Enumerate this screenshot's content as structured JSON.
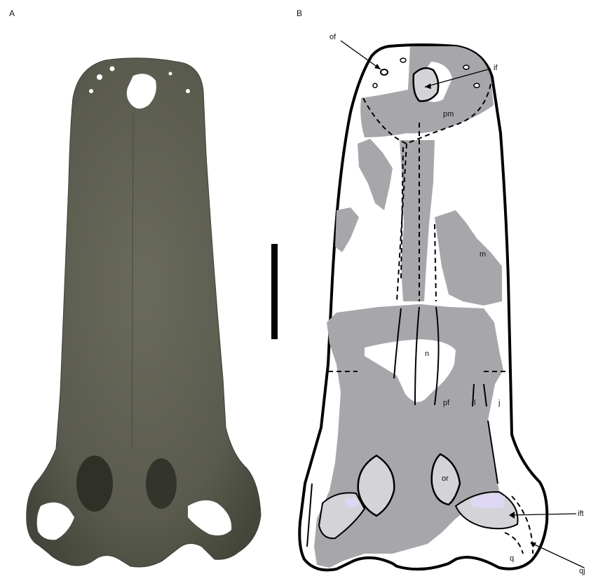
{
  "panels": {
    "left_letter": "A",
    "right_letter": "B"
  },
  "labels": {
    "of": "of",
    "if": "if",
    "pm": "pm",
    "m": "m",
    "n": "n",
    "pf": "pf",
    "l": "l",
    "j": "j",
    "or": "or",
    "ift": "ift",
    "q": "q",
    "qj": "qj"
  },
  "colors": {
    "bone": "#a7a7ab",
    "background": "#ffffff",
    "outline": "#000000",
    "fenestra_fill": "#d4d4d8",
    "highlight": "#ddd7f4",
    "fossil": "#5d5e51"
  }
}
